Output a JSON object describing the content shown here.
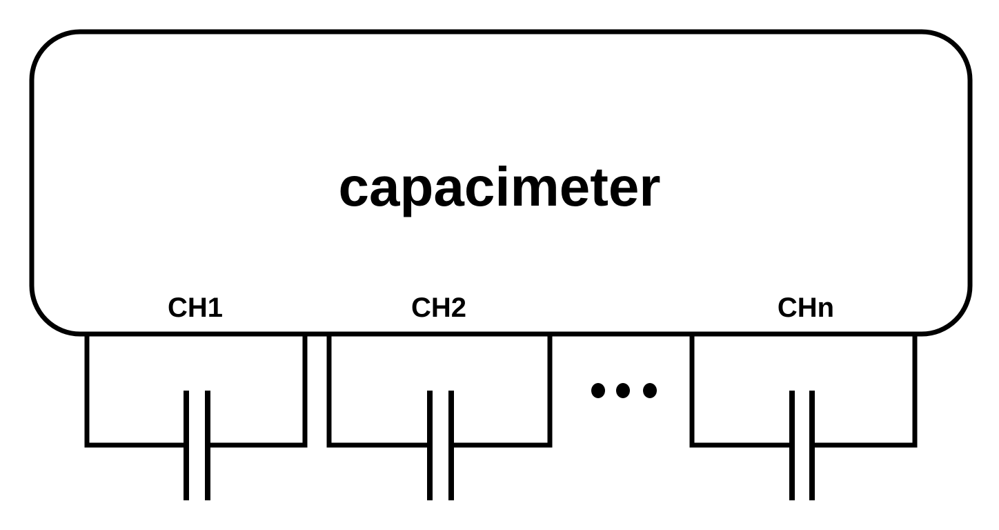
{
  "diagram": {
    "device_label": "capacimeter",
    "channels": [
      {
        "label": "CH1"
      },
      {
        "label": "CH2"
      },
      {
        "label": "CHn"
      }
    ],
    "ellipsis": "•••",
    "colors": {
      "stroke": "#000000",
      "background": "#ffffff"
    }
  }
}
